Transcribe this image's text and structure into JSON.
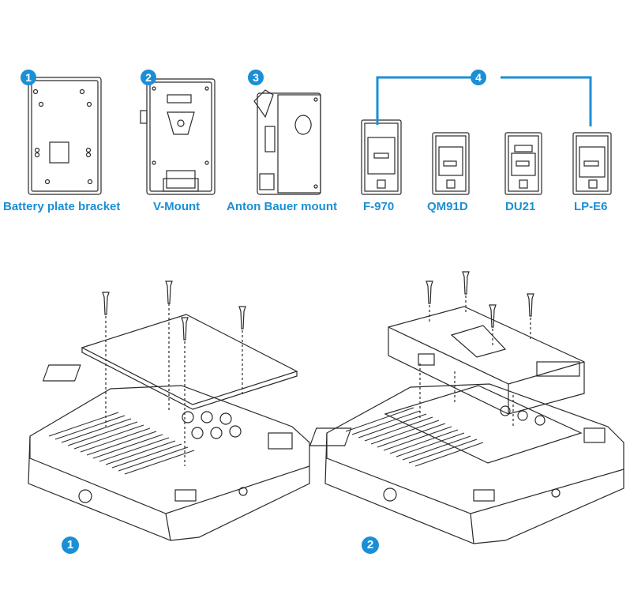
{
  "accent": "#1a8fd6",
  "line_color": "#2a2a2a",
  "top": {
    "items": [
      {
        "num": "1",
        "label": "Battery plate bracket"
      },
      {
        "num": "2",
        "label": "V-Mount"
      },
      {
        "num": "3",
        "label": "Anton Bauer mount"
      },
      {
        "num": "4",
        "label": ""
      }
    ],
    "adapters": [
      "F-970",
      "QM91D",
      "DU21",
      "LP-E6"
    ]
  },
  "bottom": {
    "figures": [
      {
        "num": "1"
      },
      {
        "num": "2"
      }
    ]
  }
}
